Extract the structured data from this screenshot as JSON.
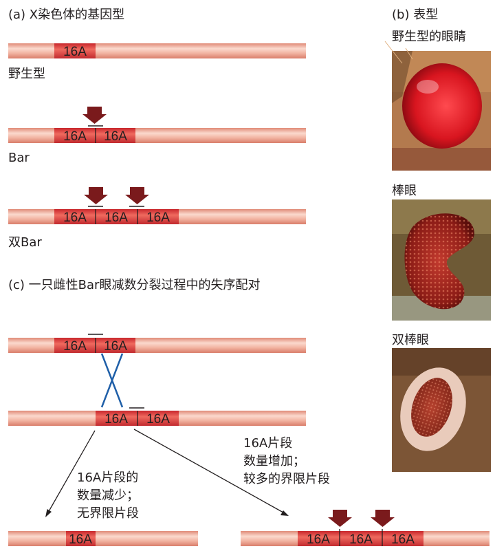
{
  "panel_a": {
    "title": "(a)  X染色体的基因型",
    "rows": [
      {
        "label": "野生型",
        "segments": [
          "16A"
        ],
        "arrows": 0
      },
      {
        "label": "Bar",
        "segments": [
          "16A",
          "16A"
        ],
        "arrows": 1
      },
      {
        "label": "双Bar",
        "segments": [
          "16A",
          "16A",
          "16A"
        ],
        "arrows": 2
      }
    ]
  },
  "panel_b": {
    "title": "(b)  表型",
    "photos": [
      {
        "label": "野生型的眼睛",
        "subject": "wild-type-eye"
      },
      {
        "label": "棒眼",
        "subject": "bar-eye"
      },
      {
        "label": "双棒眼",
        "subject": "double-bar-eye"
      }
    ]
  },
  "panel_c": {
    "title": "(c)  一只雌性Bar眼减数分裂过程中的失序配对",
    "top_chromosome": {
      "segments": [
        "16A",
        "16A"
      ]
    },
    "bottom_chromosome": {
      "segments": [
        "16A",
        "16A"
      ]
    },
    "left_note": [
      "16A片段的",
      "数量减少；",
      "无界限片段"
    ],
    "right_note": [
      "16A片段",
      "数量增加；",
      "较多的界限片段"
    ],
    "result_left": {
      "segments": [
        "16A"
      ]
    },
    "result_right": {
      "segments": [
        "16A",
        "16A",
        "16A"
      ]
    }
  },
  "colors": {
    "chromosome_light": "#f1b5a4",
    "chromosome_mid": "#e3907c",
    "band": "#d0363a",
    "arrow": "#7a1a1c",
    "crossover": "#1f5fa8"
  }
}
